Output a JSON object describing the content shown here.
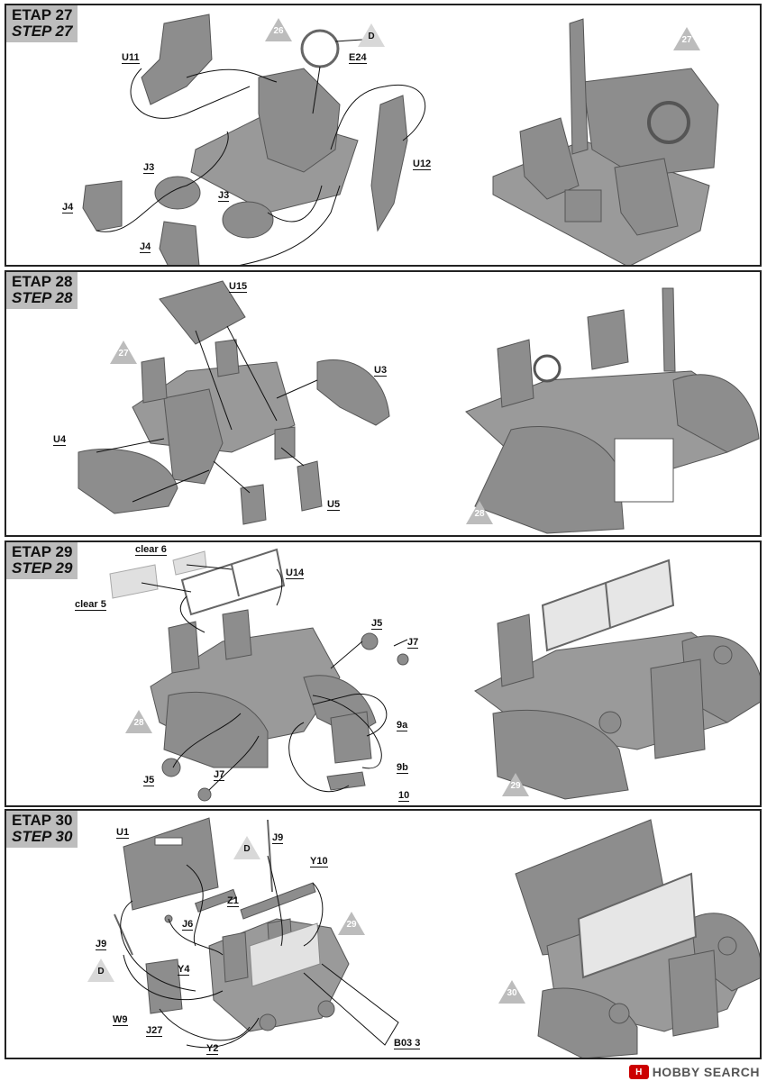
{
  "steps": [
    {
      "etap": "ETAP 27",
      "step": "STEP 27",
      "callouts": [
        "26",
        "D",
        "U11",
        "E24",
        "U12",
        "J3",
        "J3",
        "J4",
        "J4"
      ],
      "result": "27"
    },
    {
      "etap": "ETAP 28",
      "step": "STEP 28",
      "callouts": [
        "U15",
        "27",
        "U3",
        "U4",
        "U5"
      ],
      "result": "28"
    },
    {
      "etap": "ETAP 29",
      "step": "STEP 29",
      "callouts": [
        "clear 6",
        "U14",
        "clear 5",
        "J5",
        "J7",
        "28",
        "9a",
        "9b",
        "J5",
        "J7",
        "10"
      ],
      "result": "29"
    },
    {
      "etap": "ETAP 30",
      "step": "STEP 30",
      "callouts": [
        "U1",
        "D",
        "J9",
        "Y10",
        "Z1",
        "J6",
        "29",
        "J9",
        "D",
        "Y4",
        "W9",
        "J27",
        "Y2",
        "B03 3"
      ],
      "result": "30"
    }
  ],
  "footer": {
    "brand": "HOBBY SEARCH",
    "logo_text": "H"
  },
  "colors": {
    "header_bg": "#bdbdbd",
    "part_gray": "#8a8a8a",
    "triangle": "#bcbcbc",
    "triangle_text": "#ffffff",
    "logo_red": "#cc0000"
  }
}
